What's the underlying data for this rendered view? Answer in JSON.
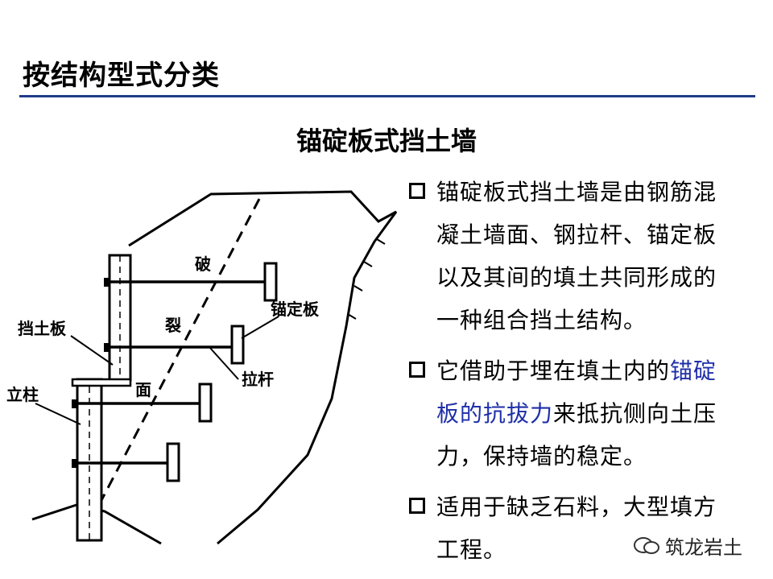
{
  "slide": {
    "title": "按结构型式分类",
    "subtitle": "锚碇板式挡土墙"
  },
  "diagram": {
    "labels": {
      "po": "破",
      "lie": "裂",
      "mian": "面",
      "anchor_plate": "锚定板",
      "retaining_plate": "挡土板",
      "pull_rod": "拉杆",
      "column": "立柱"
    }
  },
  "bullets": [
    {
      "text": "锚碇板式挡土墙是由钢筋混凝土墙面、钢拉杆、锚定板以及其间的填土共同形成的一种组合挡土结构。"
    },
    {
      "before": "它借助于埋在填土内的",
      "highlight": "锚碇板的抗拔力",
      "after": "来抵抗侧向土压力，保持墙的稳定。"
    },
    {
      "text": "适用于缺乏石料，大型填方工程。"
    }
  ],
  "watermark": {
    "text": "筑龙岩土"
  },
  "colors": {
    "title_rule": "#1f3c88",
    "highlight": "#1f2fa8"
  }
}
